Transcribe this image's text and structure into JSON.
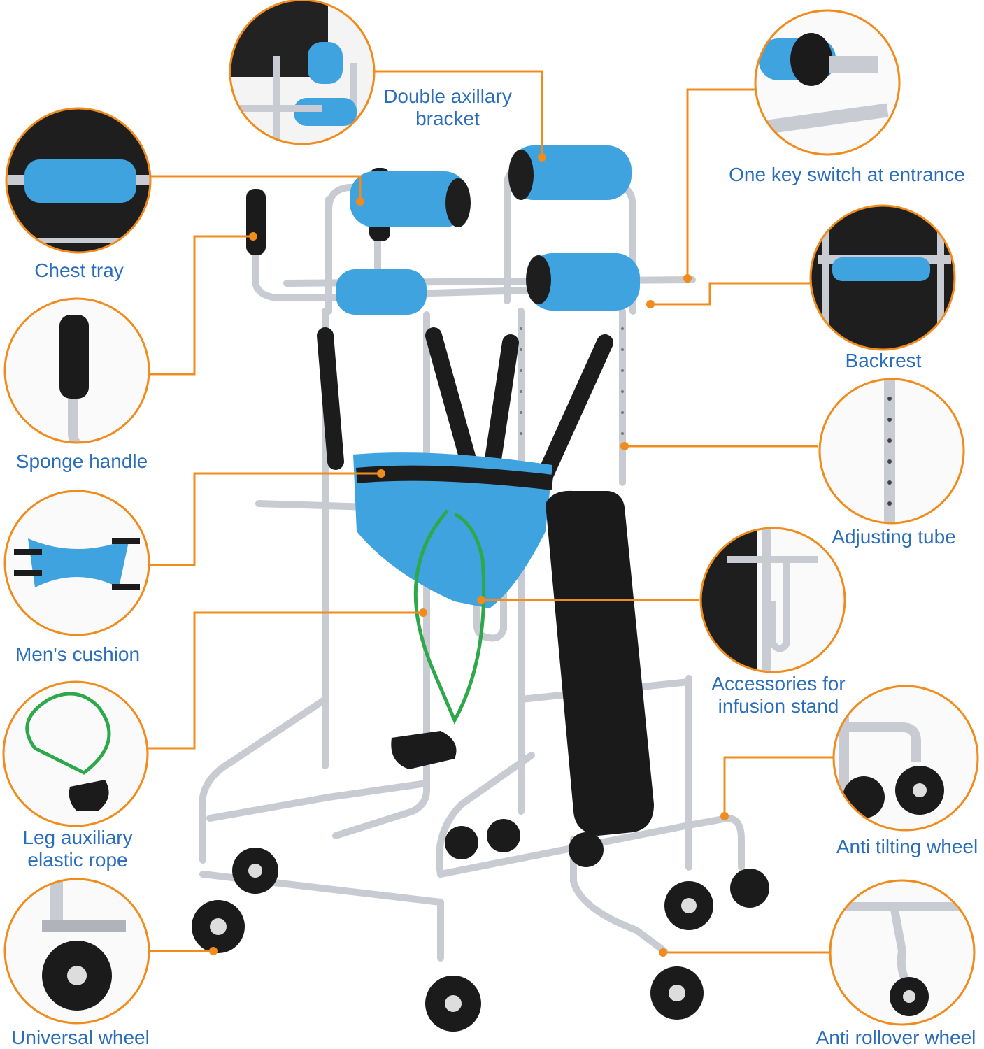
{
  "accent_color": "#f08c1e",
  "label_color": "#2a6ebb",
  "frame_color": "#c8ccd2",
  "pad_color": "#3fa3e0",
  "labels": {
    "double_axillary_bracket": [
      "Double axillary",
      "bracket"
    ],
    "one_key_switch": "One key switch at entrance",
    "chest_tray": "Chest tray",
    "backrest": "Backrest",
    "sponge_handle": "Sponge handle",
    "adjusting_tube": "Adjusting tube",
    "mens_cushion": "Men's cushion",
    "infusion_stand": [
      "Accessories for",
      "infusion stand"
    ],
    "leg_rope": [
      "Leg auxiliary",
      "elastic rope"
    ],
    "anti_tilting_wheel": "Anti tilting wheel",
    "universal_wheel": "Universal wheel",
    "anti_rollover_wheel": "Anti rollover wheel"
  }
}
